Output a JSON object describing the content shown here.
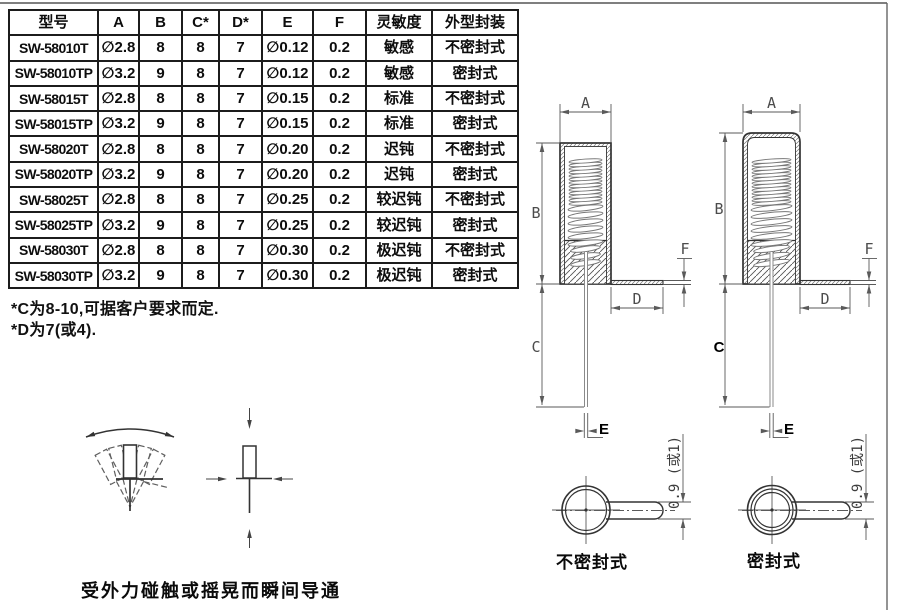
{
  "table": {
    "headers": [
      "型号",
      "A",
      "B",
      "C*",
      "D*",
      "E",
      "F",
      "灵敏度",
      "外型封装"
    ],
    "rows": [
      [
        "SW-58010T",
        "∅2.8",
        "8",
        "8",
        "7",
        "∅0.12",
        "0.2",
        "敏感",
        "不密封式"
      ],
      [
        "SW-58010TP",
        "∅3.2",
        "9",
        "8",
        "7",
        "∅0.12",
        "0.2",
        "敏感",
        "密封式"
      ],
      [
        "SW-58015T",
        "∅2.8",
        "8",
        "8",
        "7",
        "∅0.15",
        "0.2",
        "标准",
        "不密封式"
      ],
      [
        "SW-58015TP",
        "∅3.2",
        "9",
        "8",
        "7",
        "∅0.15",
        "0.2",
        "标准",
        "密封式"
      ],
      [
        "SW-58020T",
        "∅2.8",
        "8",
        "8",
        "7",
        "∅0.20",
        "0.2",
        "迟钝",
        "不密封式"
      ],
      [
        "SW-58020TP",
        "∅3.2",
        "9",
        "8",
        "7",
        "∅0.20",
        "0.2",
        "迟钝",
        "密封式"
      ],
      [
        "SW-58025T",
        "∅2.8",
        "8",
        "8",
        "7",
        "∅0.25",
        "0.2",
        "较迟钝",
        "不密封式"
      ],
      [
        "SW-58025TP",
        "∅3.2",
        "9",
        "8",
        "7",
        "∅0.25",
        "0.2",
        "较迟钝",
        "密封式"
      ],
      [
        "SW-58030T",
        "∅2.8",
        "8",
        "8",
        "7",
        "∅0.30",
        "0.2",
        "极迟钝",
        "不密封式"
      ],
      [
        "SW-58030TP",
        "∅3.2",
        "9",
        "8",
        "7",
        "∅0.30",
        "0.2",
        "极迟钝",
        "密封式"
      ]
    ]
  },
  "notes": [
    "*C为8-10,可据客户要求而定.",
    "*D为7(或4)."
  ],
  "dims": {
    "A": "A",
    "B": "B",
    "C": "C",
    "D": "D",
    "E": "E",
    "F": "F"
  },
  "bottom_views": {
    "lead_width": "0.9 (或1)",
    "unsealed_label": "不密封式",
    "sealed_label": "密封式"
  },
  "caption": "受外力碰触或摇晃而瞬间导通",
  "colors": {
    "line": "#333333",
    "dim": "#5a5a5a",
    "text": "#111111",
    "background": "#ffffff"
  }
}
